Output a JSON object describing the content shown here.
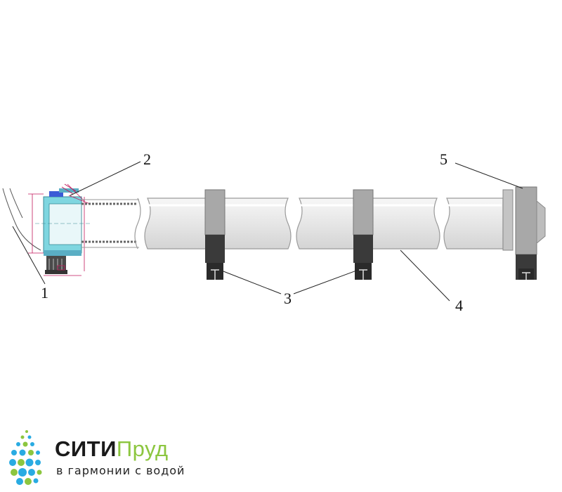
{
  "callouts": {
    "c1": "1",
    "c2": "2",
    "c3": "3",
    "c4": "4",
    "c5": "5"
  },
  "logo": {
    "name_part1": "СИТИ",
    "name_part2": "Пруд",
    "tagline": "в гармонии с водой"
  },
  "colors": {
    "pipe_fill": "#ececec",
    "pipe_stroke": "#9a9a9a",
    "clamp_light": "#a8a8a8",
    "clamp_dark": "#3a3a3a",
    "fitting_cyan": "#7fd6e0",
    "dim_magenta": "#c2185b",
    "logo_green": "#8cc63f",
    "logo_blue": "#29abe2"
  }
}
